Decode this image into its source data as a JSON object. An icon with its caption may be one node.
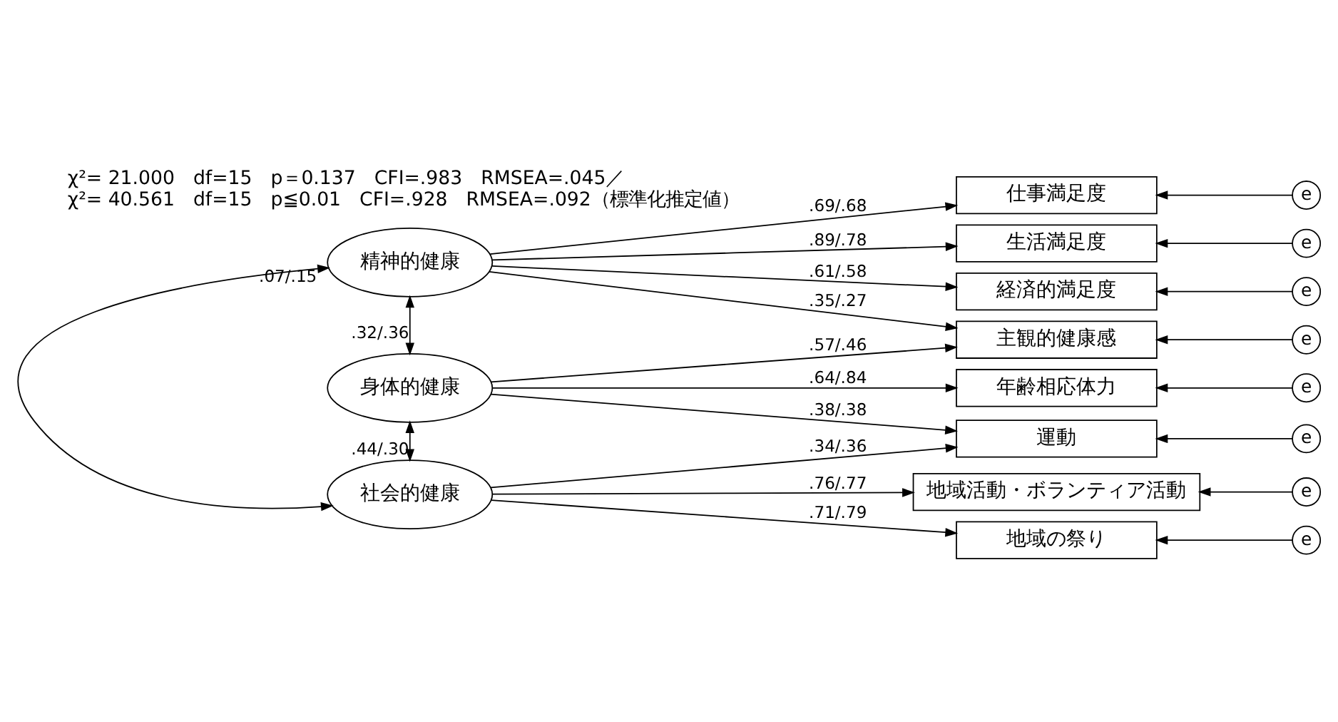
{
  "diagram": {
    "nodes": [
      {
        "text": [
          "精神的健康"
        ]
      },
      {
        "text": [
          "身体的健康"
        ]
      },
      {
        "text": [
          "社会的健康"
        ]
      },
      {
        "text": [
          "仕事満足度"
        ]
      },
      {
        "text": [
          "生活満足度"
        ]
      },
      {
        "text": [
          "経済的満足度"
        ]
      },
      {
        "text": [
          "主観的健康感"
        ]
      },
      {
        "text": [
          "年齢相応体力"
        ]
      },
      {
        "text": [
          "運動"
        ]
      },
      {
        "text": [
          "地域活動・ボランティア活動"
        ]
      },
      {
        "text": [
          "地域の祭り"
        ]
      },
      {
        "text": [
          "e"
        ]
      },
      {
        "text": [
          "e"
        ]
      },
      {
        "text": [
          "e"
        ]
      },
      {
        "text": [
          "e"
        ]
      },
      {
        "text": [
          "e"
        ]
      },
      {
        "text": [
          "e"
        ]
      },
      {
        "text": [
          "e"
        ]
      },
      {
        "text": [
          "e"
        ]
      }
    ],
    "edges": [
      {
        "from": 0,
        "to": 3,
        "arrow": "to",
        "label": ".69/.68"
      },
      {
        "from": 0,
        "to": 4,
        "arrow": "to",
        "label": ".89/.78"
      },
      {
        "from": 0,
        "to": 5,
        "arrow": "to",
        "label": ".61/.58"
      },
      {
        "from": 0,
        "to": 6,
        "arrow": "to",
        "label": ".35/.27"
      },
      {
        "from": 1,
        "to": 6,
        "arrow": "to",
        "label": ".57/.46"
      },
      {
        "from": 1,
        "to": 7,
        "arrow": "to",
        "label": ".64/.84"
      },
      {
        "from": 1,
        "to": 8,
        "arrow": "to",
        "label": ".38/.38"
      },
      {
        "from": 2,
        "to": 8,
        "arrow": "to",
        "label": ".34/.36"
      },
      {
        "from": 2,
        "to": 9,
        "arrow": "to",
        "label": ".76/.77"
      },
      {
        "from": 2,
        "to": 10,
        "arrow": "to",
        "label": ".71/.79"
      },
      {
        "from": 11,
        "to": 3,
        "arrow": "to"
      },
      {
        "from": 12,
        "to": 4,
        "arrow": "to"
      },
      {
        "from": 13,
        "to": 5,
        "arrow": "to"
      },
      {
        "from": 14,
        "to": 6,
        "arrow": "to"
      },
      {
        "from": 15,
        "to": 7,
        "arrow": "to"
      },
      {
        "from": 16,
        "to": 8,
        "arrow": "to"
      },
      {
        "from": 17,
        "to": 9,
        "arrow": "to"
      },
      {
        "from": 18,
        "to": 10,
        "arrow": "to"
      },
      {
        "from": 0,
        "to": 1,
        "arrow": "both",
        "label": ".32/.36"
      },
      {
        "from": 1,
        "to": 2,
        "arrow": "both",
        "label": ".44/.30"
      },
      {
        "from": 0,
        "to": 2,
        "arrow": "both",
        "label": ".07/.15"
      }
    ],
    "labels": [
      "χ²= 21.000　df=15　p＝0.137　CFI=.983　RMSEA=.045／",
      "χ²= 40.561　df=15　p≦0.01　CFI=.928　RMSEA=.092（標準化推定値）"
    ]
  }
}
